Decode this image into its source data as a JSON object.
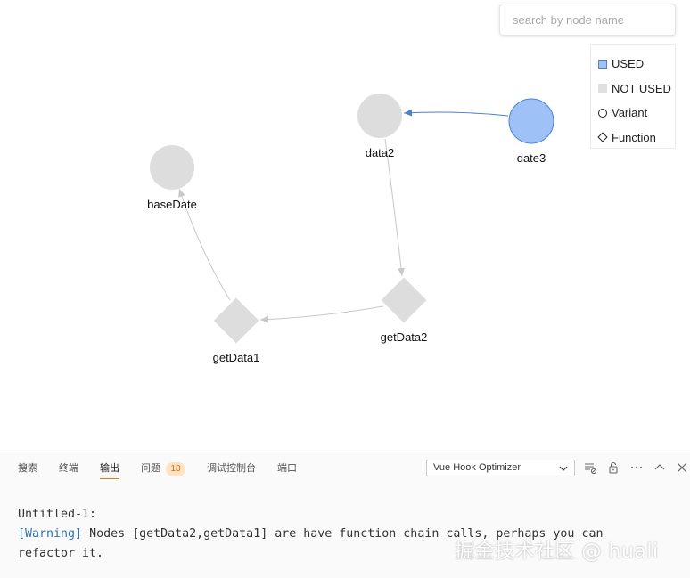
{
  "search": {
    "placeholder": "search by node name",
    "value": ""
  },
  "legend": {
    "items": [
      {
        "label": "USED",
        "symbol": "filled-blue-square",
        "color": "#9ec1f7"
      },
      {
        "label": "NOT USED",
        "symbol": "filled-gray-square",
        "color": "#e0e0e0"
      },
      {
        "label": "Variant",
        "symbol": "circle-outline"
      },
      {
        "label": "Function",
        "symbol": "diamond-outline"
      }
    ]
  },
  "graph": {
    "colors": {
      "used": "#9ec1f7",
      "used_stroke": "#4a7fd4",
      "not_used": "#dddddd",
      "edge": "#c8c8c8",
      "edge_used": "#4a7fd4"
    },
    "nodes": [
      {
        "id": "baseDate",
        "label": "baseDate",
        "kind": "variant",
        "status": "not_used"
      },
      {
        "id": "data2",
        "label": "data2",
        "kind": "variant",
        "status": "not_used"
      },
      {
        "id": "date3",
        "label": "date3",
        "kind": "variant",
        "status": "used"
      },
      {
        "id": "getData2",
        "label": "getData2",
        "kind": "function",
        "status": "not_used"
      },
      {
        "id": "getData1",
        "label": "getData1",
        "kind": "function",
        "status": "not_used"
      }
    ],
    "edges": [
      {
        "from": "date3",
        "to": "data2"
      },
      {
        "from": "data2",
        "to": "getData2"
      },
      {
        "from": "getData2",
        "to": "getData1"
      },
      {
        "from": "getData1",
        "to": "baseDate"
      }
    ]
  },
  "panel": {
    "tabs": [
      {
        "label": "搜索",
        "active": false
      },
      {
        "label": "终端",
        "active": false
      },
      {
        "label": "输出",
        "active": true
      },
      {
        "label": "问题",
        "active": false,
        "badge": "18"
      },
      {
        "label": "调试控制台",
        "active": false
      },
      {
        "label": "端口",
        "active": false
      }
    ],
    "output_channel": "Vue Hook Optimizer",
    "icons": [
      "list-clear-icon",
      "lock-icon",
      "more-icon",
      "chevron-up-icon",
      "close-icon"
    ],
    "output": {
      "file": "Untitled-1:",
      "warning_tag": "[Warning]",
      "message_line1": " Nodes [getData2,getData1] are have function chain calls, perhaps you can",
      "message_line2": "refactor it."
    },
    "watermark": "掘金技术社区 @ huali"
  }
}
